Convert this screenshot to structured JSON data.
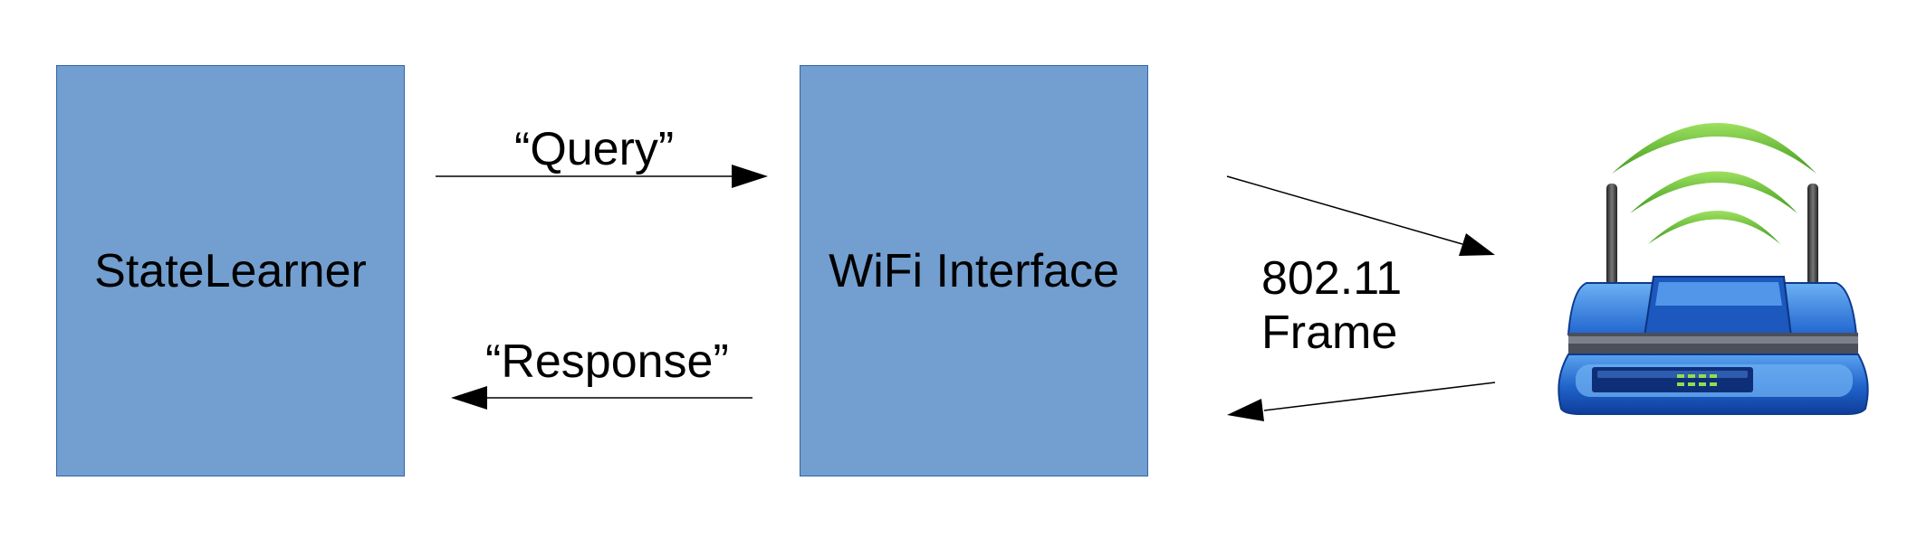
{
  "nodes": {
    "statelearner": "StateLearner",
    "wifi_interface": "WiFi Interface"
  },
  "edges": {
    "query": "“Query”",
    "response": "“Response”",
    "frame_line1": "802.11",
    "frame_line2": "Frame"
  },
  "icons": {
    "router": "wireless-router-icon"
  },
  "colors": {
    "box_fill": "#729fcf",
    "box_border": "#3465a4",
    "router_blue": "#2a72d6",
    "signal_green": "#5cc12a"
  }
}
